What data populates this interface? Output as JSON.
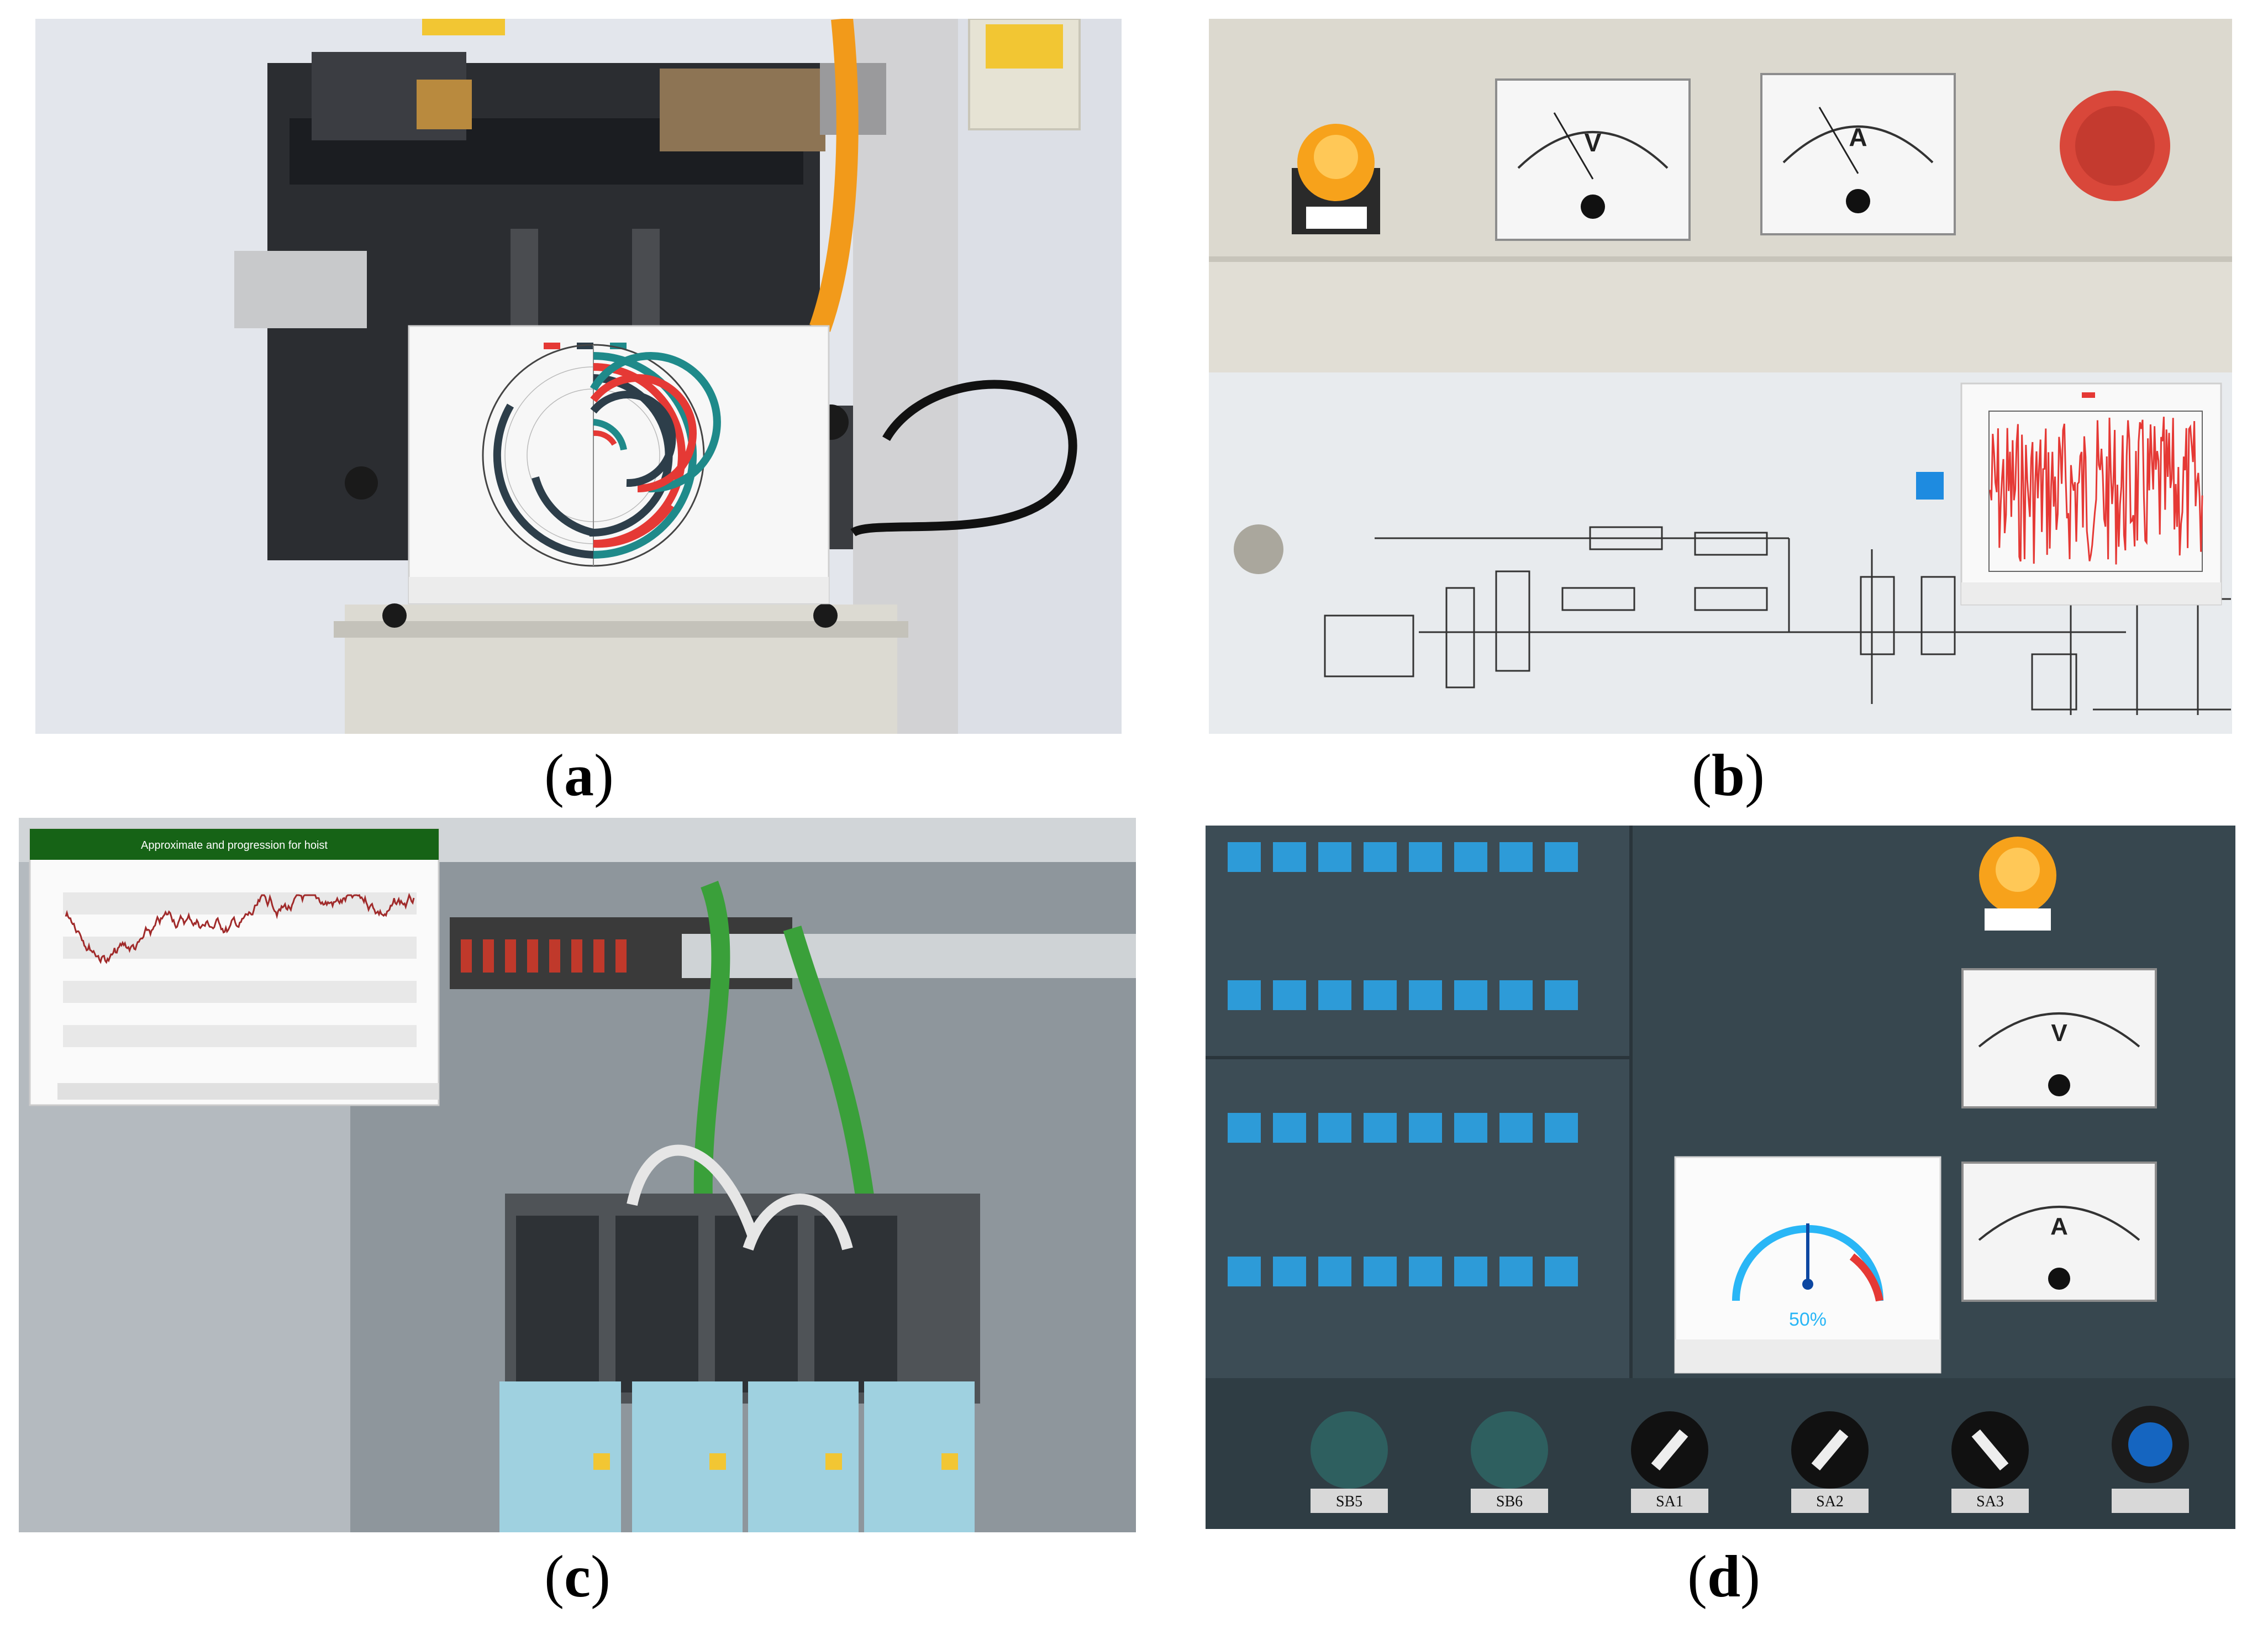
{
  "captions": {
    "a": {
      "open": "(",
      "letter": "a",
      "close": ")"
    },
    "b": {
      "open": "(",
      "letter": "b",
      "close": ")"
    },
    "c": {
      "open": "(",
      "letter": "c",
      "close": ")"
    },
    "d": {
      "open": "(",
      "letter": "d",
      "close": ")"
    }
  },
  "panel_b": {
    "voltmeter_label": "V",
    "ammeter_label": "A"
  },
  "panel_c": {
    "overlay_title": "Approximate and progression for hoist"
  },
  "panel_d": {
    "voltmeter_label": "V",
    "ammeter_label": "A",
    "gauge_value_label": "50%",
    "gauge_value": 0.5,
    "switch_labels": [
      "SB5",
      "SB6",
      "SA1",
      "SA2",
      "SA3"
    ]
  },
  "colors": {
    "wall": "#dfe3ea",
    "panel_beige": "#dcdad0",
    "panel_teal": "#37474f",
    "header_green": "#166316",
    "plot_red": "#e53935",
    "ring_red": "#e53935",
    "ring_teal": "#1f8a8a",
    "ring_dark": "#2d3e4a",
    "gauge_blue": "#29b6f6",
    "amber": "#f7a21b",
    "estop_red": "#d9473a"
  }
}
